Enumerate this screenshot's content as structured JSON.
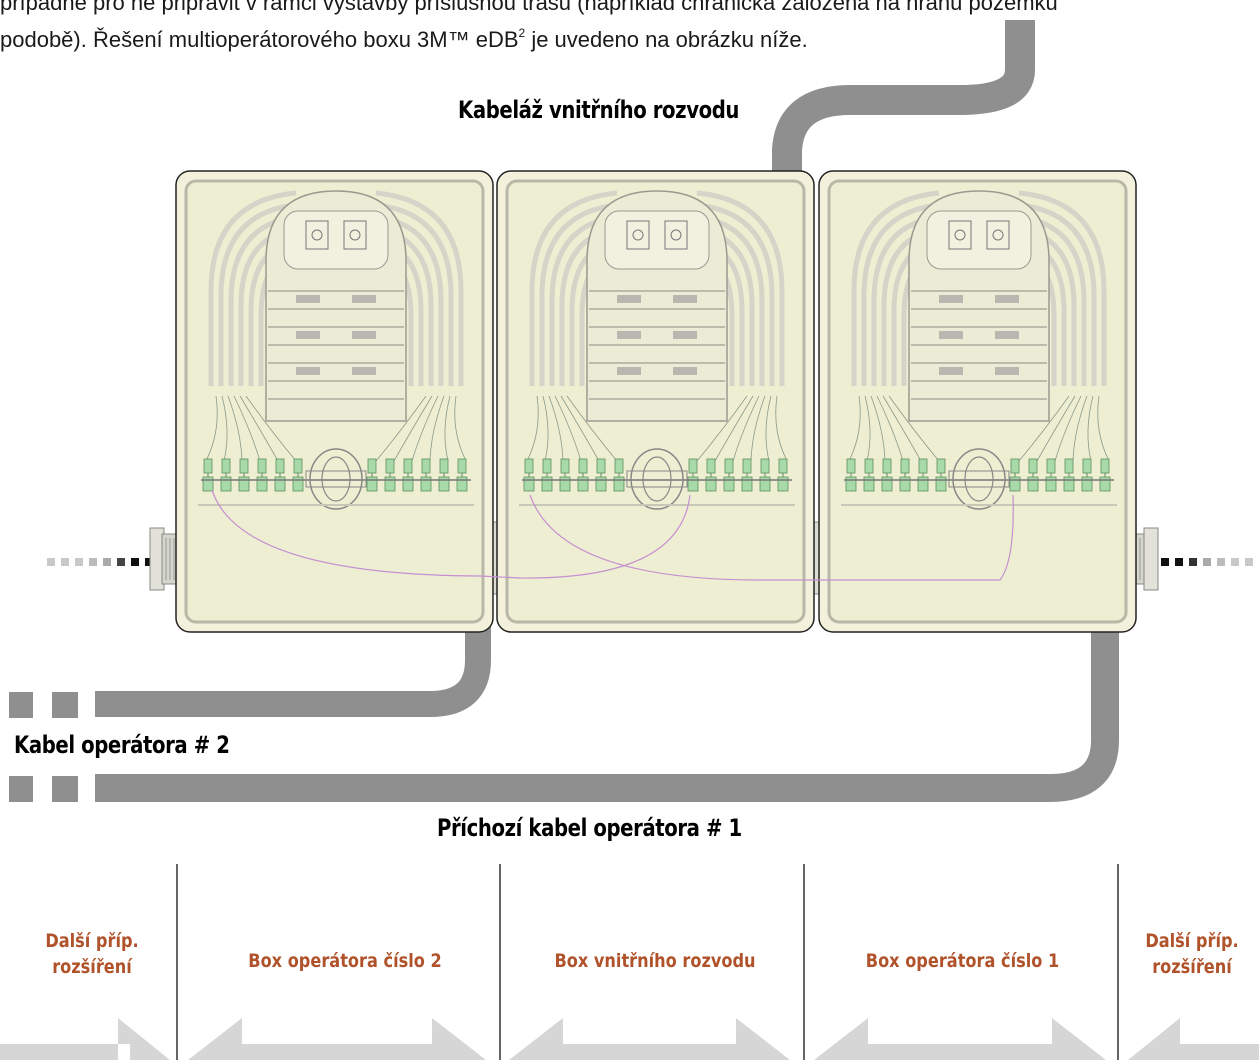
{
  "intro": {
    "line1": "případně pro ně připravit v rámci výstavby příslušnou trasu (například chránička založená na hranu pozemku",
    "line2_a": "podobě). Řešení multioperátorového boxu 3M™ eDB",
    "line2_sup": "2",
    "line2_b": " je uvedeno na obrázku níže."
  },
  "labels": {
    "internal_cabling": "Kabeláž vnitřního rozvodu",
    "operator2_cable": "Kabel operátora # 2",
    "operator1_cable": "Příchozí kabel operátora # 1"
  },
  "sections": [
    {
      "line1": "Další příp.",
      "line2": "rozšíření"
    },
    {
      "line1": "Box operátora číslo 2",
      "line2": ""
    },
    {
      "line1": "Box vnitřního rozvodu",
      "line2": ""
    },
    {
      "line1": "Box operátora číslo 1",
      "line2": ""
    },
    {
      "line1": "Další příp.",
      "line2": "rozšíření"
    }
  ],
  "colors": {
    "box_fill": "#f3f1dc",
    "box_inner": "#eeeed2",
    "cable": "#8f8f8f",
    "connector": "#a8d9a8",
    "patch": "#c58fd1",
    "arrow": "#d6d6d6",
    "section_text": "#b0522a"
  }
}
